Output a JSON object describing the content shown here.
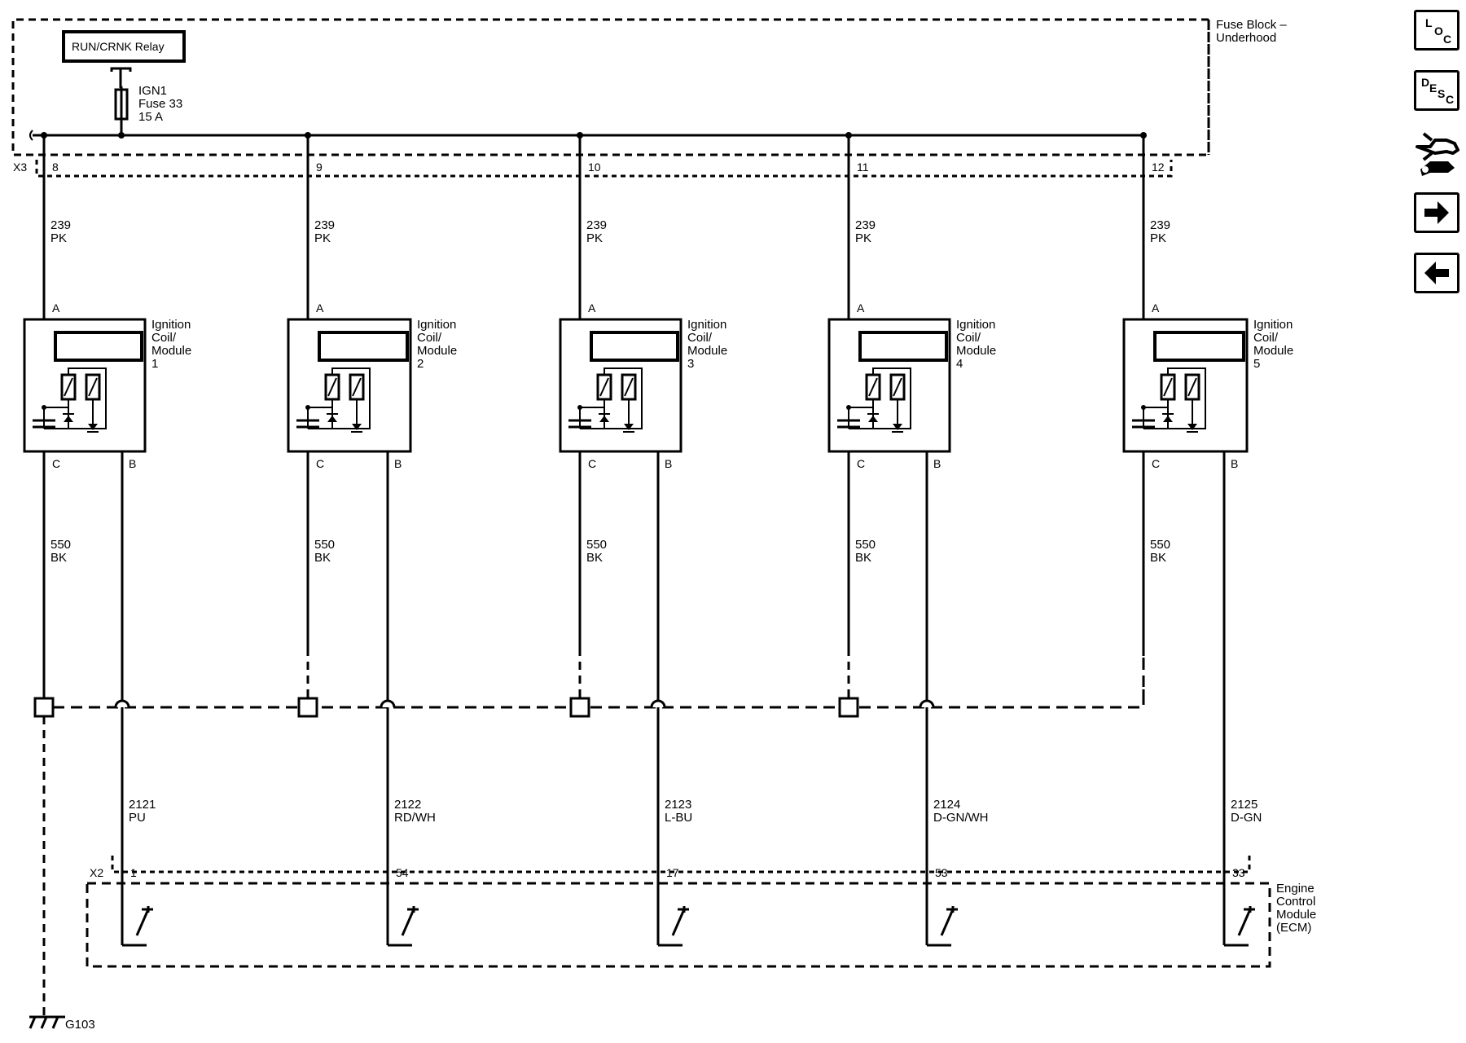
{
  "fuse_block": {
    "label_line1": "Fuse Block –",
    "label_line2": "Underhood",
    "relay_label": "RUN/CRNK Relay",
    "fuse_line1": "IGN1",
    "fuse_line2": "Fuse 33",
    "fuse_line3": "15 A",
    "connector": "X3"
  },
  "coils": [
    {
      "pin": "8",
      "circuit": "239",
      "color": "PK",
      "name_l1": "Ignition",
      "name_l2": "Coil/",
      "name_l3": "Module",
      "number": "1",
      "pin_a": "A",
      "pin_b": "B",
      "pin_c": "C",
      "gnd_circuit": "550",
      "gnd_color": "BK",
      "sig_circuit": "2121",
      "sig_color": "PU",
      "ecm_pin": "1"
    },
    {
      "pin": "9",
      "circuit": "239",
      "color": "PK",
      "name_l1": "Ignition",
      "name_l2": "Coil/",
      "name_l3": "Module",
      "number": "2",
      "pin_a": "A",
      "pin_b": "B",
      "pin_c": "C",
      "gnd_circuit": "550",
      "gnd_color": "BK",
      "sig_circuit": "2122",
      "sig_color": "RD/WH",
      "ecm_pin": "54"
    },
    {
      "pin": "10",
      "circuit": "239",
      "color": "PK",
      "name_l1": "Ignition",
      "name_l2": "Coil/",
      "name_l3": "Module",
      "number": "3",
      "pin_a": "A",
      "pin_b": "B",
      "pin_c": "C",
      "gnd_circuit": "550",
      "gnd_color": "BK",
      "sig_circuit": "2123",
      "sig_color": "L-BU",
      "ecm_pin": "17"
    },
    {
      "pin": "11",
      "circuit": "239",
      "color": "PK",
      "name_l1": "Ignition",
      "name_l2": "Coil/",
      "name_l3": "Module",
      "number": "4",
      "pin_a": "A",
      "pin_b": "B",
      "pin_c": "C",
      "gnd_circuit": "550",
      "gnd_color": "BK",
      "sig_circuit": "2124",
      "sig_color": "D-GN/WH",
      "ecm_pin": "53"
    },
    {
      "pin": "12",
      "circuit": "239",
      "color": "PK",
      "name_l1": "Ignition",
      "name_l2": "Coil/",
      "name_l3": "Module",
      "number": "5",
      "pin_a": "A",
      "pin_b": "B",
      "pin_c": "C",
      "gnd_circuit": "550",
      "gnd_color": "BK",
      "sig_circuit": "2125",
      "sig_color": "D-GN",
      "ecm_pin": "33"
    }
  ],
  "ecm": {
    "connector": "X2",
    "label_l1": "Engine",
    "label_l2": "Control",
    "label_l3": "Module",
    "label_l4": "(ECM)"
  },
  "ground": {
    "label": "G103"
  },
  "nav": {
    "loc": {
      "l1": "L",
      "l2": "O",
      "l3": "C",
      "icon": "loc-icon"
    },
    "desc": {
      "l1": "D",
      "l2": "E",
      "l3": "S",
      "l4": "C",
      "icon": "desc-icon"
    },
    "connector_icon": "connector-wrench-icon",
    "next_icon": "arrow-right-icon",
    "prev_icon": "arrow-left-icon"
  }
}
